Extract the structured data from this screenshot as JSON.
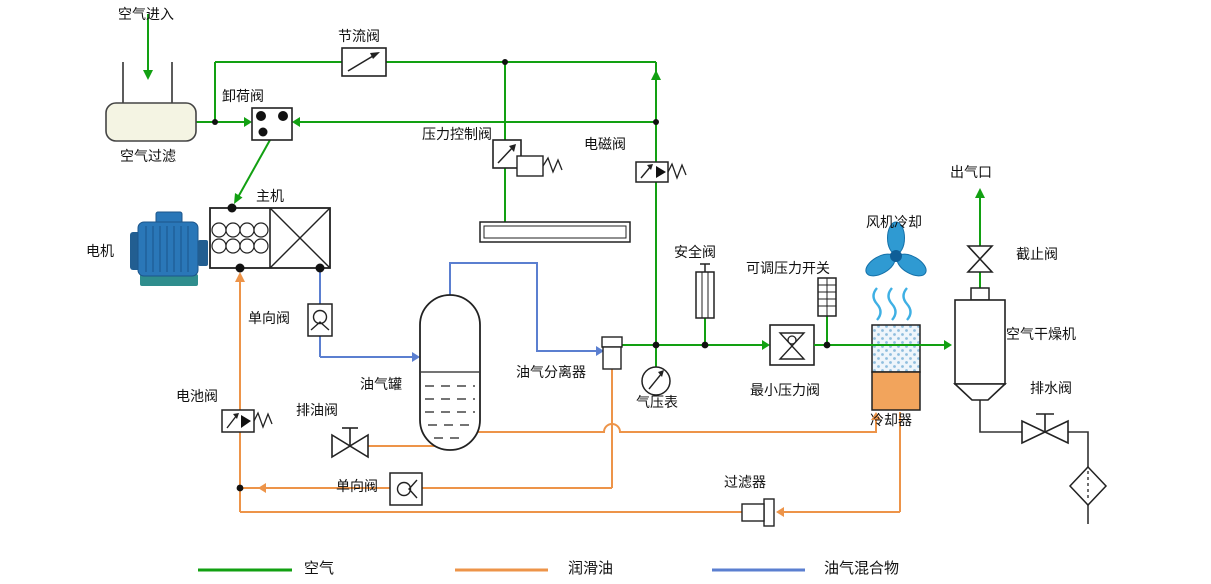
{
  "diagram": {
    "labels": {
      "air_inlet": "空气进入",
      "air_filter": "空气过滤",
      "throttle_valve": "节流阀",
      "unloading_valve": "卸荷阀",
      "pressure_control_valve": "压力控制阀",
      "solenoid_valve": "电磁阀",
      "main_unit": "主机",
      "motor": "电机",
      "check_valve_top": "单向阀",
      "oil_gas_tank": "油气罐",
      "oil_gas_separator": "油气分离器",
      "pressure_gauge": "气压表",
      "safety_valve": "安全阀",
      "adjustable_pressure_switch": "可调压力开关",
      "minimum_pressure_valve": "最小压力阀",
      "fan_cooling": "风机冷却",
      "cooler": "冷却器",
      "air_outlet": "出气口",
      "stop_valve": "截止阀",
      "air_dryer": "空气干燥机",
      "drain_valve": "排水阀",
      "battery_valve": "电池阀",
      "oil_drain_valve": "排油阀",
      "check_valve_bottom": "单向阀",
      "filter": "过滤器"
    },
    "legend": [
      {
        "label": "空气",
        "color": "#12a012"
      },
      {
        "label": "润滑油",
        "color": "#ed9449"
      },
      {
        "label": "油气混合物",
        "color": "#5b7fd0"
      }
    ]
  }
}
